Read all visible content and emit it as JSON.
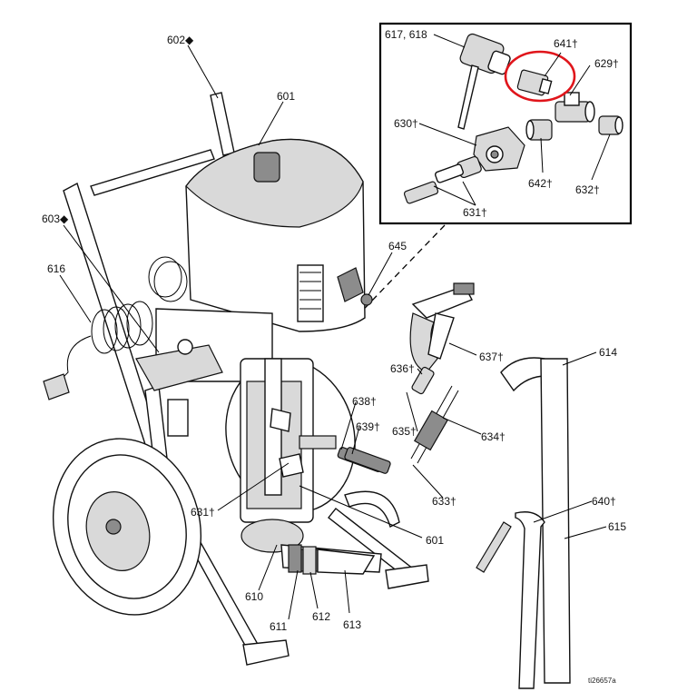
{
  "drawing_id": "ti26657a",
  "callouts": {
    "c602": "602◆",
    "c601_top": "601",
    "c603": "603◆",
    "c616": "616",
    "c645": "645",
    "c617": "617, 618",
    "c641": "641†",
    "c629": "629†",
    "c630": "630†",
    "c642": "642†",
    "c632": "632†",
    "c631_inset": "631†",
    "c637": "637†",
    "c636": "636†",
    "c638": "638†",
    "c639": "639†",
    "c635": "635†",
    "c634": "634†",
    "c633": "633†",
    "c614": "614",
    "c640": "640†",
    "c615": "615",
    "c631_main": "631†",
    "c601_bottom": "601",
    "c610": "610",
    "c611": "611",
    "c612": "612",
    "c613": "613"
  },
  "colors": {
    "line": "#000000",
    "highlight_circle": "#e0151b",
    "fill_light": "#d9d9d9",
    "fill_dark": "#8c8c8c"
  }
}
